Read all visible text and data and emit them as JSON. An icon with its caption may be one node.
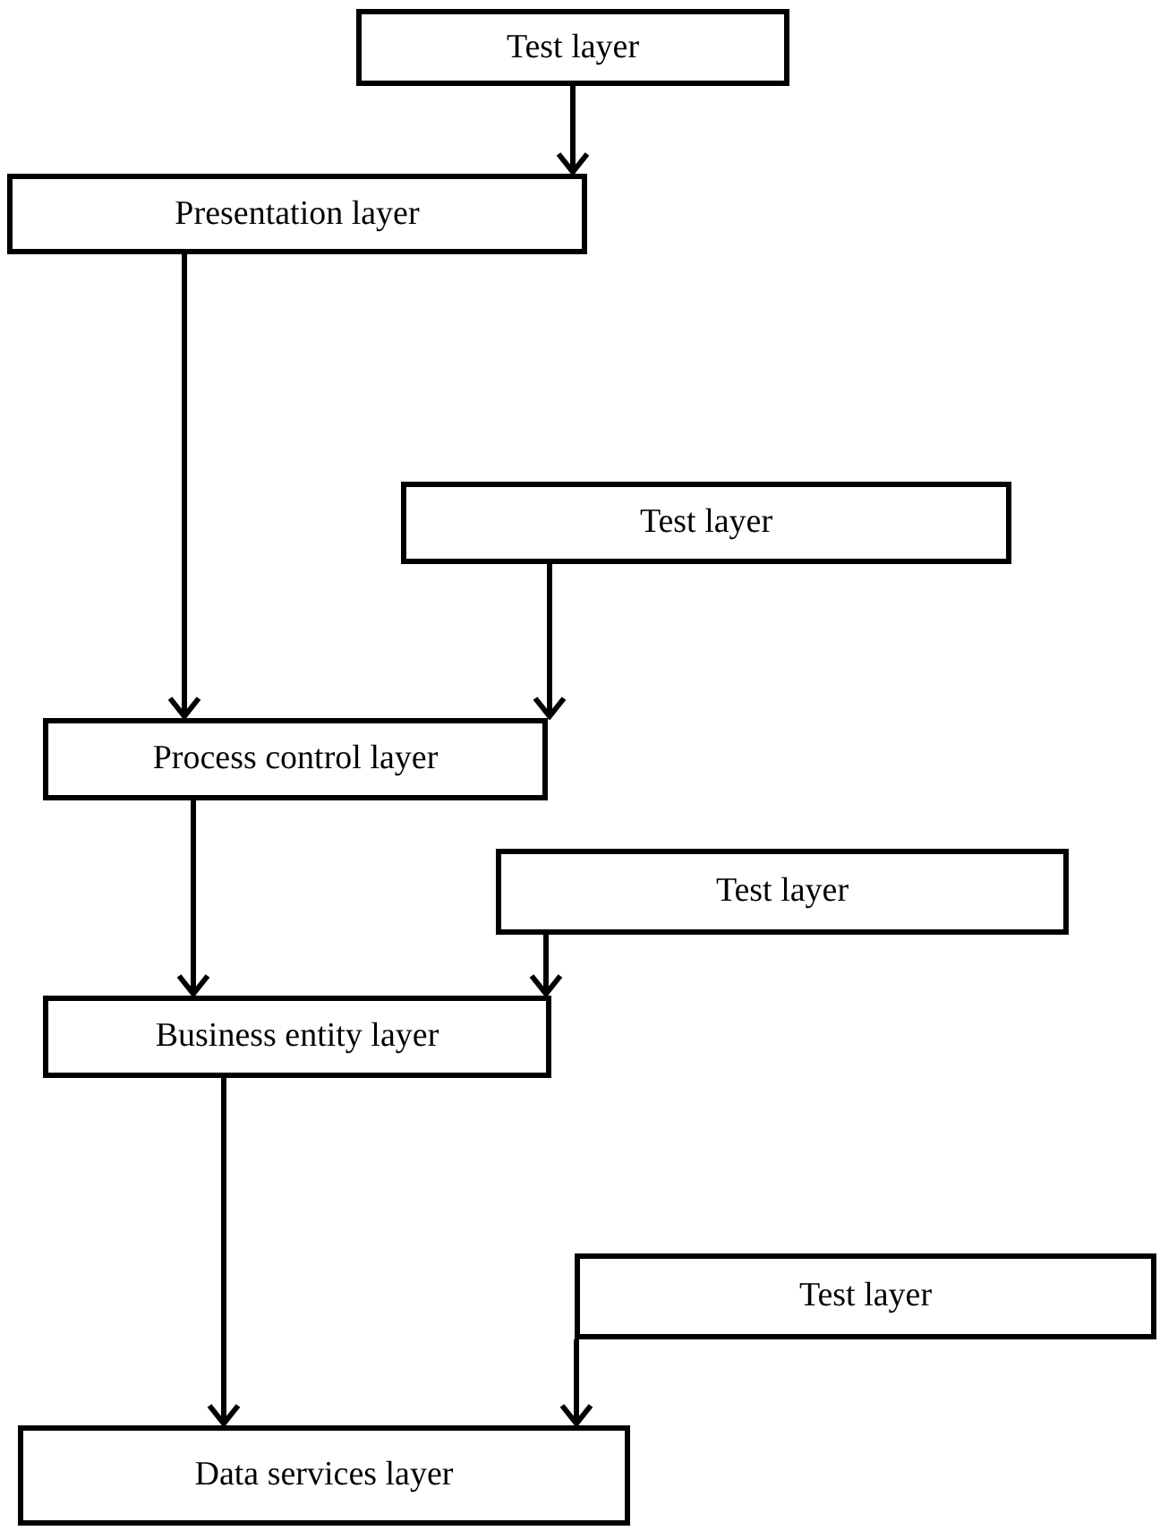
{
  "diagram": {
    "nodes": [
      {
        "text": [
          "Test layer"
        ]
      },
      {
        "text": [
          "Presentation layer"
        ]
      },
      {
        "text": [
          "Test layer"
        ]
      },
      {
        "text": [
          "Process control layer"
        ]
      },
      {
        "text": [
          "Test layer"
        ]
      },
      {
        "text": [
          "Business entity layer"
        ]
      },
      {
        "text": [
          "Test layer"
        ]
      },
      {
        "text": [
          "Data services layer"
        ]
      }
    ],
    "edges": [
      {
        "from": 0,
        "to": 1,
        "arrow": "to"
      },
      {
        "from": 1,
        "to": 3,
        "arrow": "to"
      },
      {
        "from": 2,
        "to": 3,
        "arrow": "to"
      },
      {
        "from": 3,
        "to": 5,
        "arrow": "to"
      },
      {
        "from": 4,
        "to": 5,
        "arrow": "to"
      },
      {
        "from": 5,
        "to": 7,
        "arrow": "to"
      },
      {
        "from": 6,
        "to": 7,
        "arrow": "to"
      }
    ]
  }
}
